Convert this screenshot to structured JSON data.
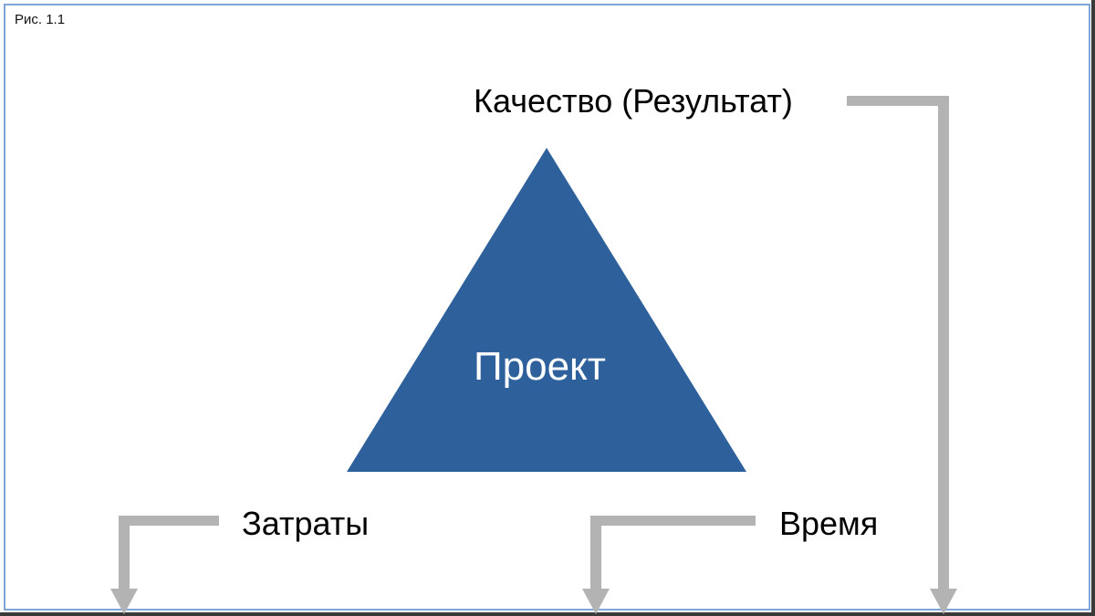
{
  "figure": {
    "caption": "Рис. 1.1",
    "center": {
      "label": "Проект",
      "shape": "triangle",
      "color": "#2E619B"
    },
    "vertices": [
      {
        "id": "top",
        "label": "Качество (Результат)"
      },
      {
        "id": "bottom-left",
        "label": "Затраты"
      },
      {
        "id": "bottom-right",
        "label": "Время"
      }
    ],
    "connectors": {
      "color": "#B3B3B3",
      "count": 3,
      "direction": "down-arrow"
    },
    "frame_color": "#7FA6D8"
  }
}
